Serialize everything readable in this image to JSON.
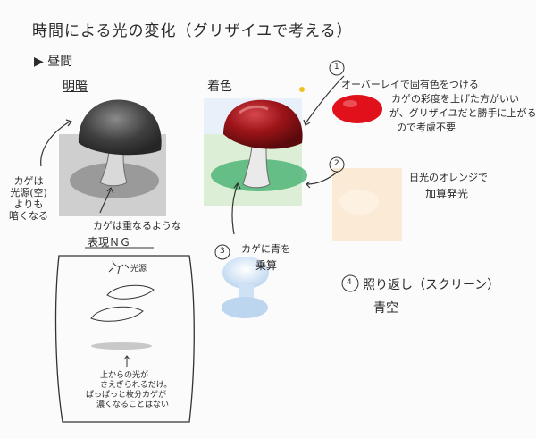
{
  "title": "時間による光の変化（グリザイユで考える）",
  "section": {
    "marker": "▶",
    "label": "昼間"
  },
  "left": {
    "heading": "明暗",
    "side_note": [
      "カゲは",
      "光源(空)",
      "よりも",
      "暗くなる"
    ],
    "shadow_note_1": "カゲは重なるような",
    "shadow_note_2": "表現ＮＧ",
    "box": {
      "light_label": "光源",
      "note_1": "上からの光が",
      "note_2": "さえぎられるだけ。",
      "note_3": "ぱっぱっと枚分カゲが",
      "note_4": "濃くなることはない"
    }
  },
  "right": {
    "heading": "着色",
    "step1": {
      "num": "1",
      "line1": "オーバーレイで固有色をつける",
      "line2": "カゲの彩度を上げた方がいい",
      "line3": "が、グリザイユだと勝手に上がる",
      "line4": "ので考慮不要"
    },
    "step2": {
      "num": "2",
      "line1": "日光のオレンジで",
      "line2": "加算発光"
    },
    "step3": {
      "num": "3",
      "line1": "カゲに青を",
      "line2": "乗算"
    },
    "step4": {
      "num": "4",
      "line1": "照り返し（スクリーン）",
      "line2": "青空"
    }
  },
  "colors": {
    "cap_red": "#9d1418",
    "swatch_red": "#e0111b",
    "shadow_green": "#3cae6a",
    "sky_blue": "#bcd6f0",
    "orange_wash": "#fbe3c5"
  }
}
